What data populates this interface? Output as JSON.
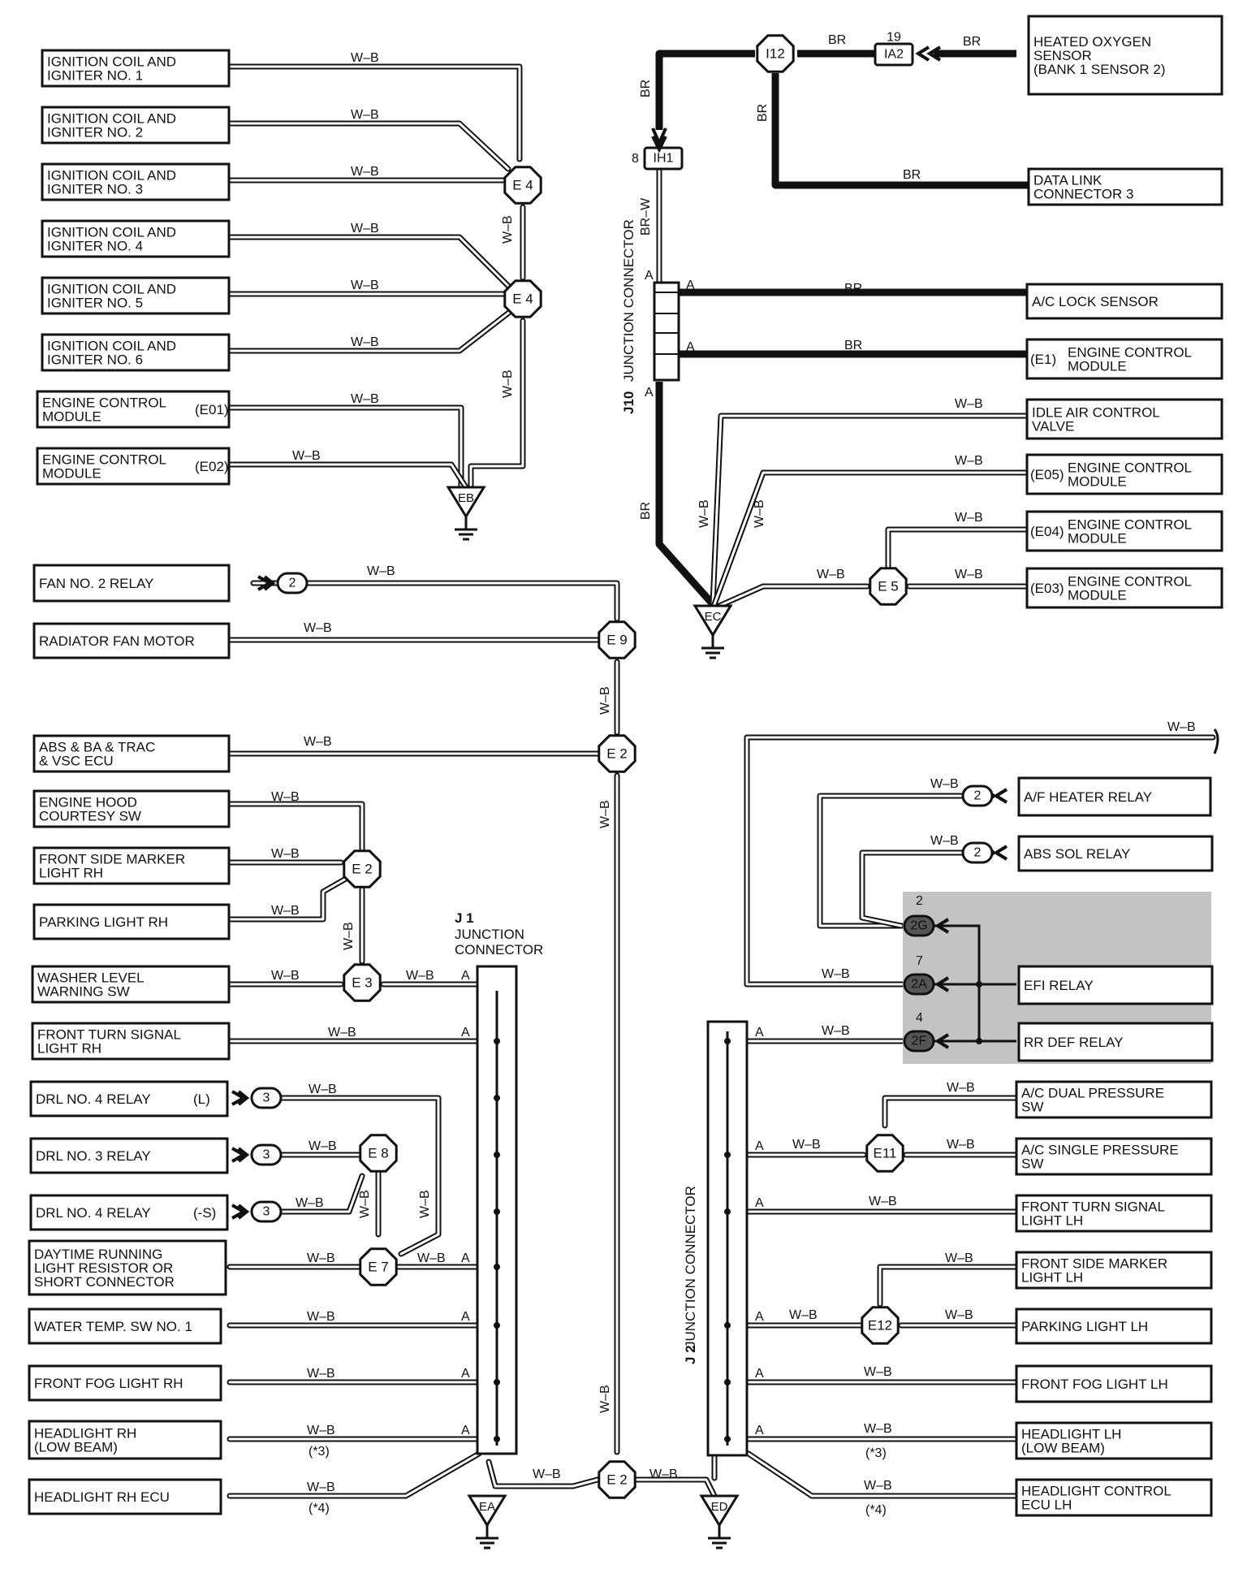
{
  "components": {
    "ign1": [
      "IGNITION COIL AND",
      "IGNITER NO. 1"
    ],
    "ign2": [
      "IGNITION COIL AND",
      "IGNITER NO. 2"
    ],
    "ign3": [
      "IGNITION COIL AND",
      "IGNITER NO. 3"
    ],
    "ign4": [
      "IGNITION COIL AND",
      "IGNITER NO. 4"
    ],
    "ign5": [
      "IGNITION COIL AND",
      "IGNITER NO. 5"
    ],
    "ign6": [
      "IGNITION COIL AND",
      "IGNITER NO. 6"
    ],
    "ecm_e01": [
      "ENGINE CONTROL",
      "MODULE"
    ],
    "ecm_e01_pin": "(E01)",
    "ecm_e02": [
      "ENGINE CONTROL",
      "MODULE"
    ],
    "ecm_e02_pin": "(E02)",
    "ho2s": [
      "HEATED OXYGEN",
      "SENSOR",
      "(BANK 1 SENSOR 2)"
    ],
    "dlc3": [
      "DATA LINK",
      "CONNECTOR 3"
    ],
    "ac_lock": [
      "A/C LOCK SENSOR"
    ],
    "ecm_e1": [
      "ENGINE CONTROL",
      "MODULE"
    ],
    "ecm_e1_pin": "(E1)",
    "iac": [
      "IDLE AIR CONTROL",
      "VALVE"
    ],
    "ecm_e05": [
      "ENGINE CONTROL",
      "MODULE"
    ],
    "ecm_e05_pin": "(E05)",
    "ecm_e04": [
      "ENGINE CONTROL",
      "MODULE"
    ],
    "ecm_e04_pin": "(E04)",
    "ecm_e03": [
      "ENGINE CONTROL",
      "MODULE"
    ],
    "ecm_e03_pin": "(E03)",
    "fan2": [
      "FAN NO. 2 RELAY"
    ],
    "rad_fan": [
      "RADIATOR FAN MOTOR"
    ],
    "abs_ecu": [
      "ABS & BA & TRAC",
      "& VSC ECU"
    ],
    "hood_sw": [
      "ENGINE HOOD",
      "COURTESY SW"
    ],
    "fsm_rh": [
      "FRONT SIDE MARKER",
      "LIGHT RH"
    ],
    "park_rh": [
      "PARKING LIGHT RH"
    ],
    "washer": [
      "WASHER LEVEL",
      "WARNING SW"
    ],
    "fts_rh": [
      "FRONT TURN SIGNAL",
      "LIGHT RH"
    ],
    "drl4l": [
      "DRL NO. 4 RELAY"
    ],
    "drl4l_pin": "(L)",
    "drl3": [
      "DRL NO. 3 RELAY"
    ],
    "drl4s": [
      "DRL NO. 4 RELAY"
    ],
    "drl4s_pin": "(-S)",
    "drl_res": [
      "DAYTIME RUNNING",
      "LIGHT RESISTOR OR",
      "SHORT CONNECTOR"
    ],
    "water_temp": [
      "WATER TEMP.  SW NO. 1"
    ],
    "fog_rh": [
      "FRONT FOG LIGHT RH"
    ],
    "hl_rh": [
      "HEADLIGHT RH",
      "(LOW BEAM)"
    ],
    "hl_rh_ecu": [
      "HEADLIGHT RH ECU"
    ],
    "af_relay": [
      "A/F HEATER RELAY"
    ],
    "abs_sol": [
      "ABS SOL RELAY"
    ],
    "efi_relay": [
      "EFI RELAY"
    ],
    "rrdef": [
      "RR DEF RELAY"
    ],
    "ac_dual": [
      "A/C DUAL PRESSURE",
      "SW"
    ],
    "ac_single": [
      "A/C SINGLE PRESSURE",
      "SW"
    ],
    "fts_lh": [
      "FRONT TURN SIGNAL",
      "LIGHT LH"
    ],
    "fsm_lh": [
      "FRONT SIDE MARKER",
      "LIGHT LH"
    ],
    "park_lh": [
      "PARKING LIGHT LH"
    ],
    "fog_lh": [
      "FRONT FOG LIGHT LH"
    ],
    "hl_lh": [
      "HEADLIGHT LH",
      "(LOW BEAM)"
    ],
    "hl_ecu_lh": [
      "HEADLIGHT CONTROL",
      "ECU LH"
    ]
  },
  "wire_labels": {
    "wb": "W–B",
    "br": "BR",
    "brw": "BR–W",
    "a": "A",
    "n3": "(*3)",
    "n4": "(*4)"
  },
  "connectors": {
    "i12": "I12",
    "ia2": "IA2",
    "ia2_pin": "19",
    "ih1": "IH1",
    "ih1_pin": "8",
    "e4": "E 4",
    "e5": "E 5",
    "e9": "E 9",
    "e2": "E 2",
    "e3": "E 3",
    "e7": "E 7",
    "e8": "E 8",
    "e11": "E11",
    "e12": "E12",
    "c2": "2",
    "c3": "3",
    "c2g": "2G",
    "c2g_pin": "2",
    "c2a": "2A",
    "c2a_pin": "7",
    "c2f": "2F",
    "c2f_pin": "4"
  },
  "grounds": {
    "eb": "EB",
    "ec": "EC",
    "ea": "EA",
    "ed": "ED"
  },
  "junctions": {
    "j10_id": "J10",
    "j10_name": "JUNCTION CONNECTOR",
    "j1_id": "J 1",
    "j1_name_1": "JUNCTION",
    "j1_name_2": "CONNECTOR",
    "j2_id": "J 2",
    "j2_name": "JUNCTION CONNECTOR"
  },
  "colors": {
    "line": "#111111",
    "background": "#ffffff",
    "shade": "#b8b8b8"
  }
}
